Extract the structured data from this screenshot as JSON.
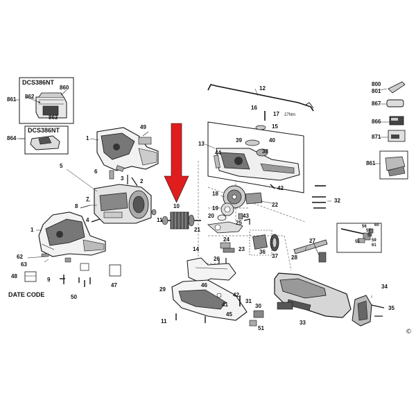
{
  "model_top": "DCS386NT",
  "model_mid": "DCS386NT",
  "date_code": "DATE CODE",
  "torque": "27Nm",
  "copyright": "©",
  "colors": {
    "ink": "#111111",
    "gray": "#8a8a8a",
    "arrow": "#e01d1d",
    "light": "#d9d9d9"
  },
  "labels": [
    {
      "t": "860"
    },
    {
      "t": "861"
    },
    {
      "t": "862"
    },
    {
      "t": "863"
    },
    {
      "t": "864"
    },
    {
      "t": "1"
    },
    {
      "t": "49"
    },
    {
      "t": "5"
    },
    {
      "t": "6"
    },
    {
      "t": "3"
    },
    {
      "t": "2"
    },
    {
      "t": "8"
    },
    {
      "t": "7"
    },
    {
      "t": "4"
    },
    {
      "t": "1"
    },
    {
      "t": "62"
    },
    {
      "t": "63"
    },
    {
      "t": "48"
    },
    {
      "t": "9"
    },
    {
      "t": "50"
    },
    {
      "t": "47"
    },
    {
      "t": "10"
    },
    {
      "t": "11"
    },
    {
      "t": "12"
    },
    {
      "t": "13"
    },
    {
      "t": "16"
    },
    {
      "t": "17"
    },
    {
      "t": "15"
    },
    {
      "t": "39"
    },
    {
      "t": "40"
    },
    {
      "t": "38"
    },
    {
      "t": "44"
    },
    {
      "t": "18"
    },
    {
      "t": "42"
    },
    {
      "t": "22"
    },
    {
      "t": "19"
    },
    {
      "t": "20"
    },
    {
      "t": "43"
    },
    {
      "t": "25"
    },
    {
      "t": "21"
    },
    {
      "t": "24"
    },
    {
      "t": "23"
    },
    {
      "t": "26"
    },
    {
      "t": "14"
    },
    {
      "t": "36"
    },
    {
      "t": "37"
    },
    {
      "t": "28"
    },
    {
      "t": "27"
    },
    {
      "t": "32"
    },
    {
      "t": "56"
    },
    {
      "t": "57"
    },
    {
      "t": "58"
    },
    {
      "t": "59"
    },
    {
      "t": "55"
    },
    {
      "t": "61"
    },
    {
      "t": "60"
    },
    {
      "t": "29"
    },
    {
      "t": "46"
    },
    {
      "t": "42"
    },
    {
      "t": "41"
    },
    {
      "t": "31"
    },
    {
      "t": "30"
    },
    {
      "t": "45"
    },
    {
      "t": "51"
    },
    {
      "t": "11"
    },
    {
      "t": "33"
    },
    {
      "t": "34"
    },
    {
      "t": "35"
    },
    {
      "t": "800"
    },
    {
      "t": "801"
    },
    {
      "t": "867"
    },
    {
      "t": "866"
    },
    {
      "t": "871"
    },
    {
      "t": "861"
    }
  ]
}
